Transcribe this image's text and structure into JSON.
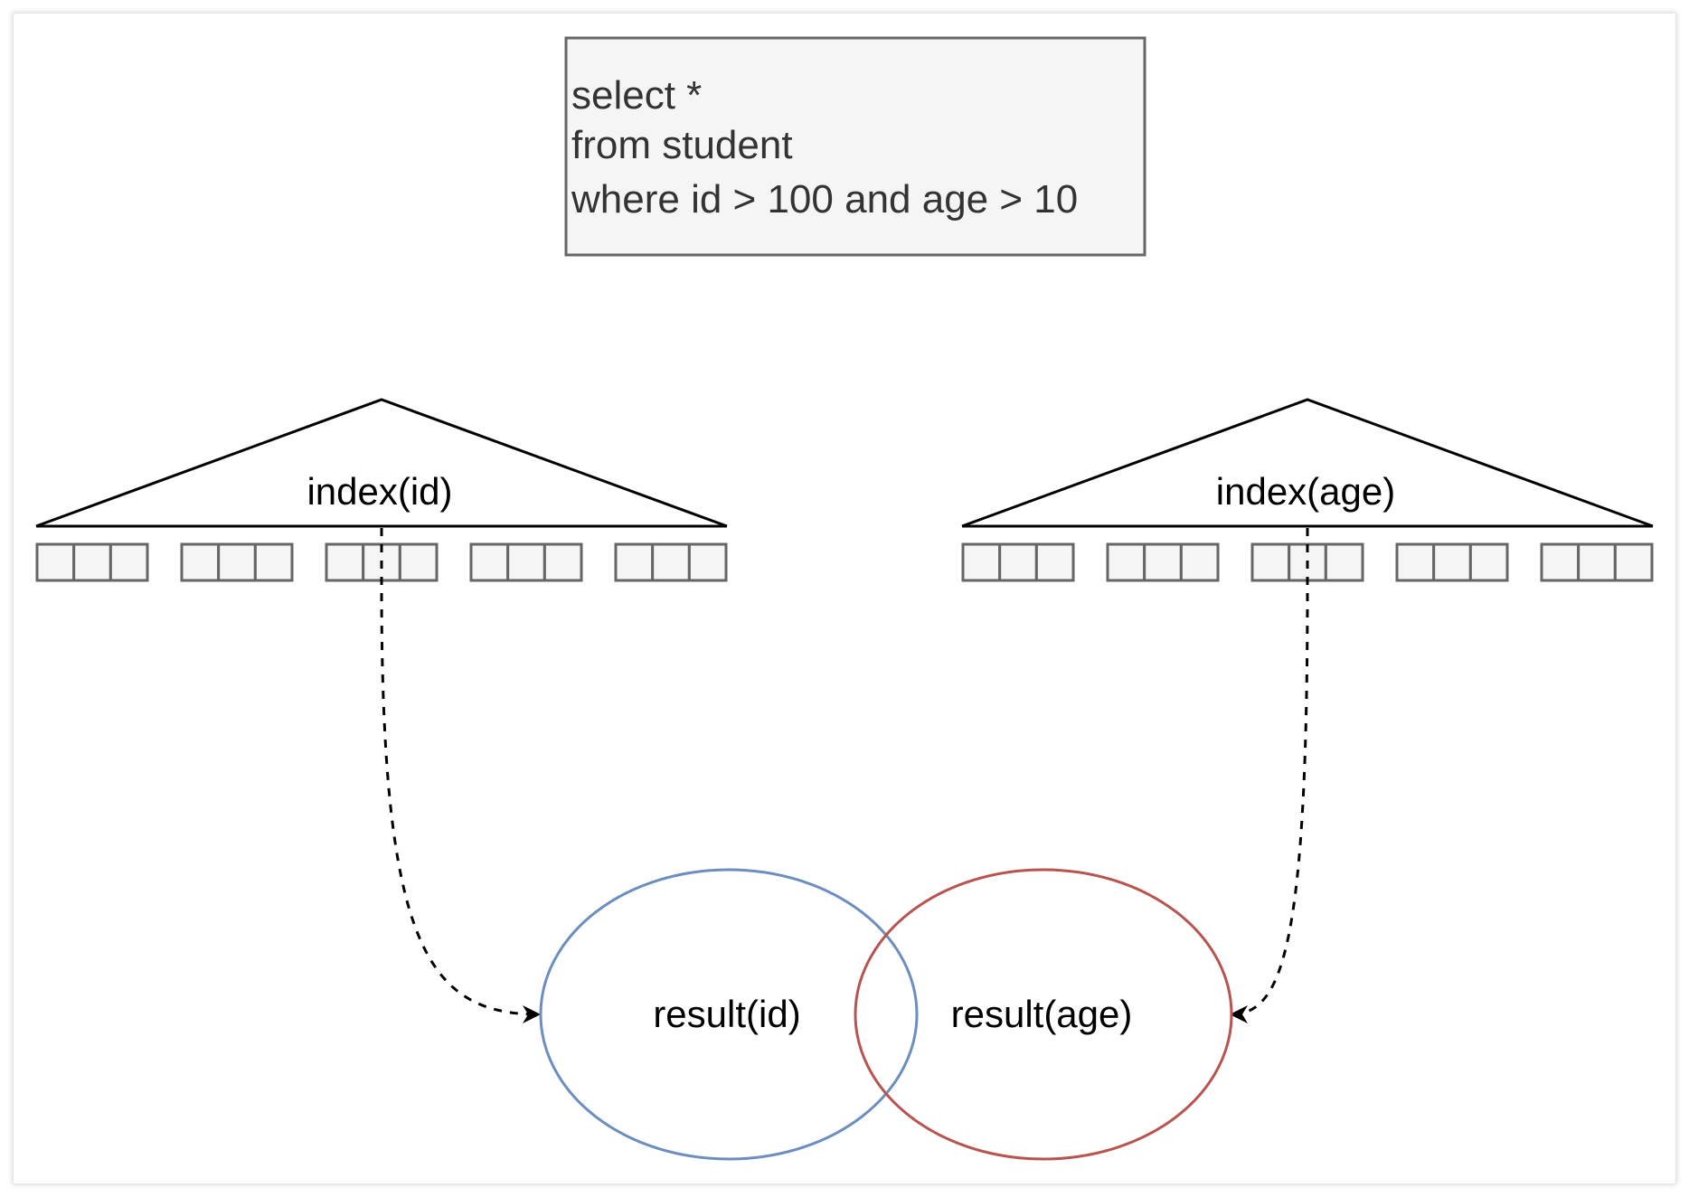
{
  "query": {
    "lines": [
      "select *",
      "from student",
      "where id > 100 and age > 10"
    ]
  },
  "indexes": [
    {
      "label": "index(id)"
    },
    {
      "label": "index(age)"
    }
  ],
  "results": [
    {
      "label": "result(id)",
      "stroke": "#6c8ebf"
    },
    {
      "label": "result(age)",
      "stroke": "#b85450"
    }
  ],
  "colors": {
    "box_fill": "#f5f5f5",
    "box_stroke": "#666666",
    "line": "#000000"
  }
}
